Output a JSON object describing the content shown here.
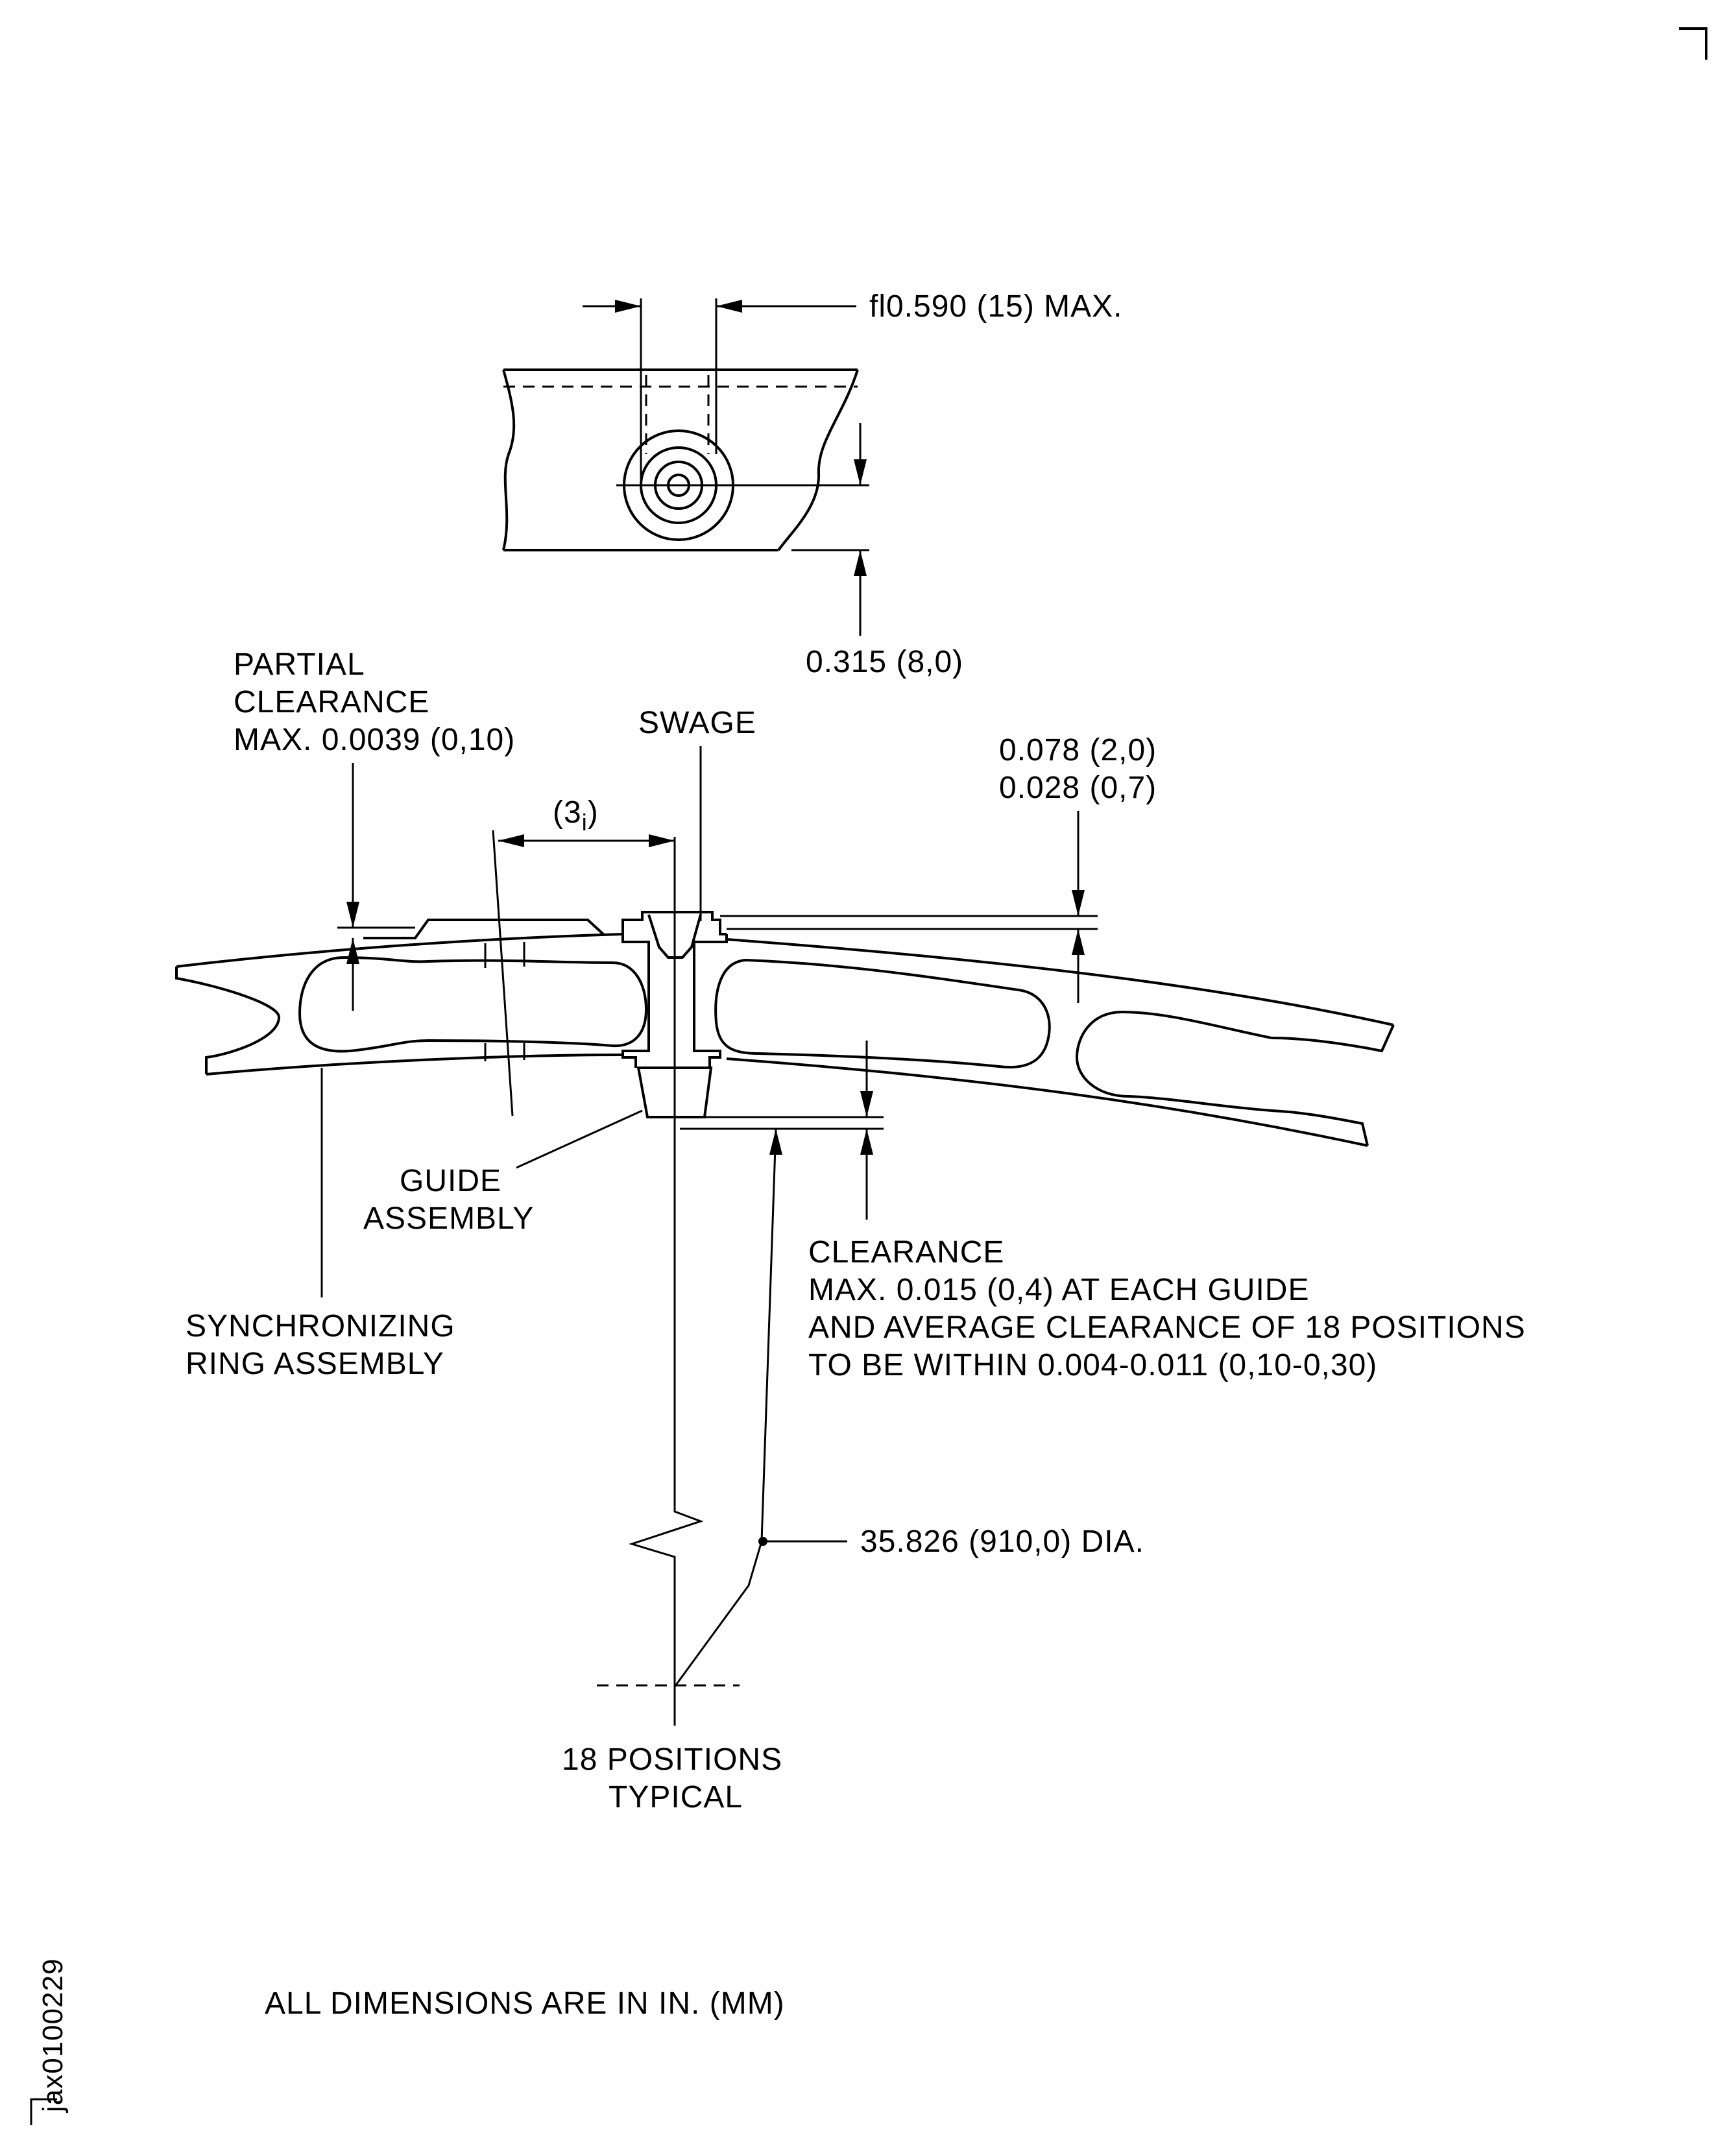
{
  "labels": {
    "top_dia": "fl0.590 (15) MAX.",
    "dim_0315": "0.315 (8,0)",
    "partial_1": "PARTIAL",
    "partial_2": "CLEARANCE",
    "partial_3": "MAX.  0.0039 (0,10)",
    "swage": "SWAGE",
    "dim_078": "0.078 (2,0)",
    "dim_028": "0.028 (0,7)",
    "three_i": "(3",
    "three_i_sub": "i",
    "three_i_close": ")",
    "guide_1": "GUIDE",
    "guide_2": "ASSEMBLY",
    "sync_1": "SYNCHRONIZING",
    "sync_2": "RING  ASSEMBLY",
    "clear_1": "CLEARANCE",
    "clear_2": "MAX.  0.015 (0,4)  AT  EACH  GUIDE",
    "clear_3": "AND  AVERAGE  CLEARANCE  OF  18  POSITIONS",
    "clear_4": "TO  BE  WITHIN  0.004-0.011 (0,10-0,30)",
    "dia_35826": "35.826 (910,0) DIA.",
    "pos_1": "18  POSITIONS",
    "pos_2": "TYPICAL",
    "footer": "ALL  DIMENSIONS  ARE  IN  IN.  (MM)",
    "figure_id": "jax0100229"
  }
}
